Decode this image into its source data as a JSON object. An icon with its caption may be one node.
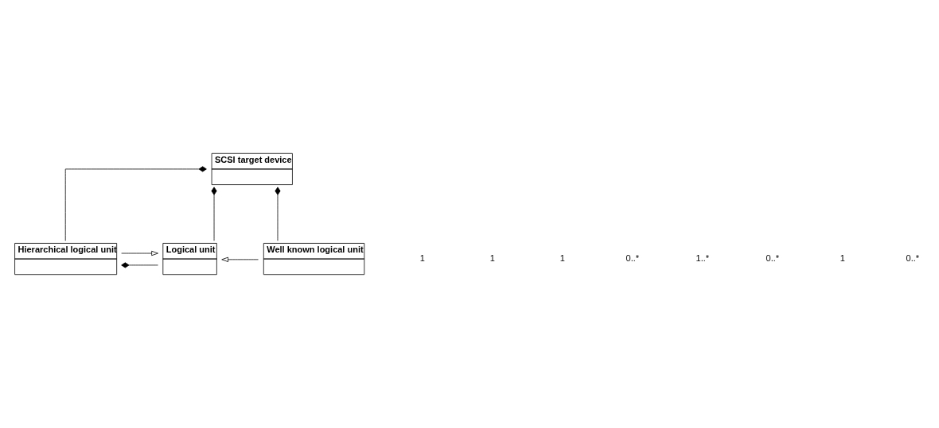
{
  "diagram": {
    "nodes": [
      {
        "text": [
          "SCSI target device"
        ]
      },
      {
        "text": [
          "Hierarchical logical unit"
        ]
      },
      {
        "text": [
          "Logical unit"
        ]
      },
      {
        "text": [
          "Well known logical unit"
        ]
      }
    ],
    "edges": [
      {
        "from": 0,
        "to": 1,
        "arrow": "other"
      },
      {
        "from": 0,
        "to": 2,
        "arrow": "other"
      },
      {
        "from": 0,
        "to": 3,
        "arrow": "other"
      },
      {
        "from": 1,
        "to": 2,
        "arrow": "to"
      },
      {
        "from": 3,
        "to": 2,
        "arrow": "to"
      },
      {
        "from": 1,
        "to": 2,
        "arrow": "other"
      }
    ],
    "labels": [
      "1",
      "1",
      "1",
      "0..*",
      "1..*",
      "0..*",
      "1",
      "0..*"
    ]
  }
}
